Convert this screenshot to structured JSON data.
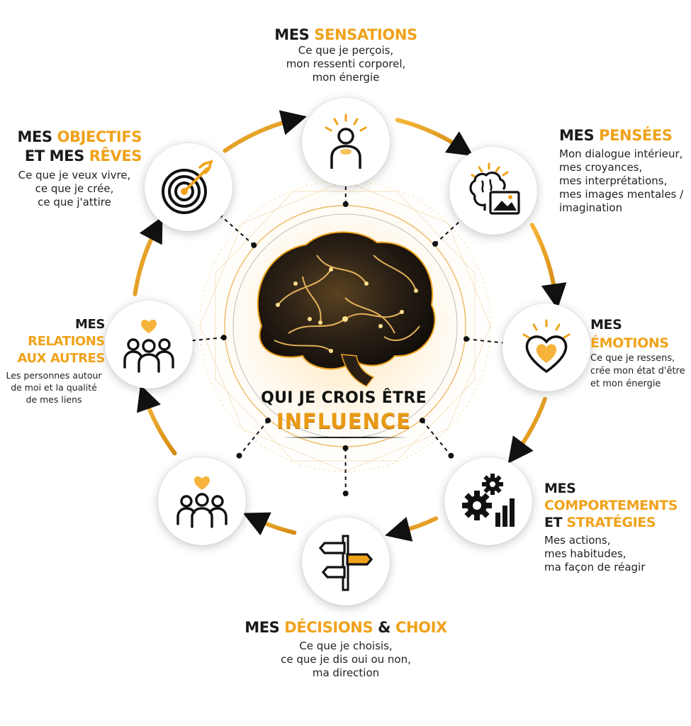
{
  "center": {
    "line1": "QUI JE CROIS ÊTRE",
    "line2": "INFLUENCE"
  },
  "colors": {
    "accent": "#f0a21a",
    "accent_dark": "#c97a08",
    "text": "#1a1a1a",
    "arrow": "#111111"
  },
  "nodes": [
    {
      "id": "sensations",
      "icon": "person-radiating-icon",
      "title_black": "MES ",
      "title_accent": "SENSATIONS",
      "desc": [
        "Ce que je perçois,",
        "mon ressenti corporel,",
        "mon énergie"
      ]
    },
    {
      "id": "pensees",
      "icon": "brain-image-icon",
      "title_black": "MES ",
      "title_accent": "PENSÉES",
      "desc": [
        "Mon dialogue intérieur,",
        "mes croyances,",
        "mes interprétations,",
        "mes images mentales /",
        "imagination"
      ]
    },
    {
      "id": "emotions",
      "icon": "heart-radiating-icon",
      "title_black": "MES ",
      "title_accent": "ÉMOTIONS",
      "desc": [
        "Ce que je ressens,",
        "crée mon état d'être",
        "et mon énergie"
      ]
    },
    {
      "id": "comportements",
      "icon": "gears-chart-icon",
      "title_line1_black": "MES ",
      "title_line1_accent": "COMPORTEMENTS",
      "title_line2_black": "ET ",
      "title_line2_accent": "STRATÉGIES",
      "desc": [
        "Mes actions,",
        "mes habitudes,",
        "ma façon de réagir"
      ]
    },
    {
      "id": "decisions",
      "icon": "signpost-icon",
      "title_black": "MES ",
      "title_accent": "DÉCISIONS",
      "title_black2": " & ",
      "title_accent2": "CHOIX",
      "desc": [
        "Ce que je choisis,",
        "ce que je dis oui ou non,",
        "ma direction"
      ]
    },
    {
      "id": "groupe",
      "icon": "group-heart-icon"
    },
    {
      "id": "relations",
      "icon": "people-heart-icon",
      "title_line1_black": "MES ",
      "title_line1_accent": "RELATIONS",
      "title_line2_accent": "AUX AUTRES",
      "desc": [
        "Les personnes autour",
        "de moi et la qualité",
        "de mes liens"
      ]
    },
    {
      "id": "objectifs",
      "icon": "target-arrow-icon",
      "title_line1_black": "MES ",
      "title_line1_accent": "OBJECTIFS",
      "title_line2_black": "ET MES ",
      "title_line2_accent": "RÊVES",
      "desc": [
        "Ce que je veux vivre,",
        "ce que je crée,",
        "ce que j'attire"
      ]
    }
  ]
}
